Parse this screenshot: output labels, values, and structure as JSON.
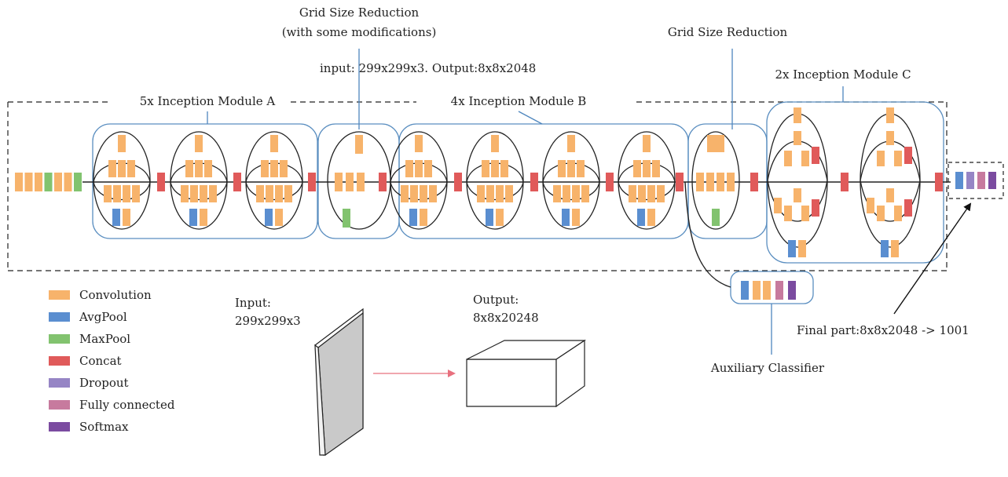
{
  "colors": {
    "convolution": "#F7B36B",
    "avgpool": "#5A8ED0",
    "maxpool": "#82C36F",
    "concat": "#E05A5A",
    "dropout": "#9685C5",
    "fully_connected": "#C77A9E",
    "softmax": "#7B4BA0",
    "module_border": "#5A8EC0",
    "pointer_line": "#4E86BE",
    "connector": "#222222",
    "flow_arrow": "#E8707E"
  },
  "annotations": {
    "grid_reduction_1": [
      "Grid Size Reduction",
      "(with some modifications)"
    ],
    "grid_reduction_2": "Grid Size Reduction",
    "io_note": "input: 299x299x3. Output:8x8x2048",
    "module_a": "5x Inception Module A",
    "module_b": "4x Inception Module B",
    "module_c": "2x Inception Module C",
    "auxiliary": "Auxiliary Classifier",
    "final_part": "Final part:8x8x2048 -> 1001"
  },
  "io_illustration": {
    "input_label": "Input:",
    "input_dims": "299x299x3",
    "output_label": "Output:",
    "output_dims": "8x8x20248"
  },
  "legend": [
    {
      "label": "Convolution",
      "color": "#F7B36B"
    },
    {
      "label": "AvgPool",
      "color": "#5A8ED0"
    },
    {
      "label": "MaxPool",
      "color": "#82C36F"
    },
    {
      "label": "Concat",
      "color": "#E05A5A"
    },
    {
      "label": "Dropout",
      "color": "#9685C5"
    },
    {
      "label": "Fully connected",
      "color": "#C77A9E"
    },
    {
      "label": "Softmax",
      "color": "#7B4BA0"
    }
  ]
}
